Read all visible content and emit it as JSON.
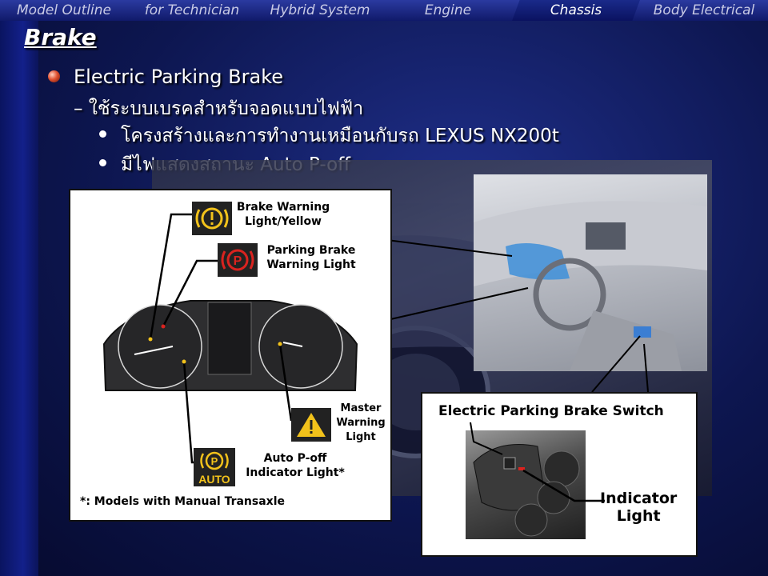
{
  "nav": {
    "tabs": [
      {
        "label": "Model Outline"
      },
      {
        "label": "for Technician"
      },
      {
        "label": "Hybrid System"
      },
      {
        "label": "Engine"
      },
      {
        "label": "Chassis"
      },
      {
        "label": "Body Electrical"
      }
    ],
    "active": "Chassis"
  },
  "page": {
    "title": "Brake",
    "bullet1": "Electric Parking Brake",
    "bullet2": "– ใช้ระบบเบรคสำหรับจอดแบบไฟฟ้า",
    "bullet3a": "โครงสร้างและการทำงานเหมือนกับรถ LEXUS NX200t",
    "bullet3b": "มีไฟแสดงสถานะ Auto P-off"
  },
  "cluster": {
    "brake_warning": "Brake Warning\nLight/Yellow",
    "parking_warning": "Parking Brake\nWarning Light",
    "master_warning": "Master\nWarning\nLight",
    "auto_poff": "Auto P-off\nIndicator Light*",
    "auto_icon_text": "AUTO",
    "parking_icon_text": "P",
    "footnote": "*: Models with Manual Transaxle"
  },
  "switch": {
    "title": "Electric Parking Brake Switch",
    "indicator": "Indicator\nLight"
  },
  "colors": {
    "yellow": "#f2c21b",
    "red": "#d9231f",
    "nav_bg": "#101a6a"
  }
}
